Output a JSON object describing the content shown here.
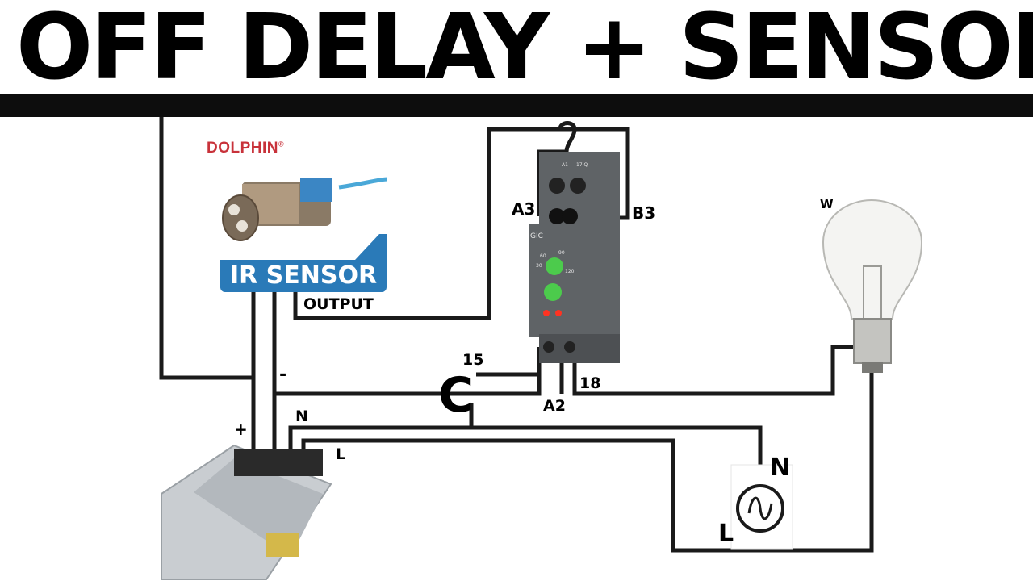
{
  "title": "OFF DELAY  + SENSOR",
  "sensor": {
    "brand": "DOLPHIN",
    "brand_mark": "®",
    "badge": "IR SENSOR",
    "output_label": "OUTPUT"
  },
  "relay": {
    "brand": "GIC",
    "terminals": {
      "a3": "A3",
      "b3": "B3",
      "t15": "15",
      "t18": "18",
      "a2": "A2"
    },
    "top_marks": [
      "A1",
      "17 Q"
    ],
    "dial_top": [
      "60",
      "90",
      "30",
      "120"
    ]
  },
  "power_supply": {
    "plus": "+",
    "minus": "-",
    "n": "N",
    "l": "L"
  },
  "junction_label": "C",
  "lamp_label": "W",
  "ac_source": {
    "n": "N",
    "l": "L"
  },
  "colors": {
    "wire": "#1a1a1a",
    "badge": "#2a7ab8",
    "brand": "#c8323a",
    "relay_body": "#5f6366",
    "dial": "#4ccb4c",
    "led": "#ff3322",
    "sensor_cable": "#4aa8d8"
  }
}
